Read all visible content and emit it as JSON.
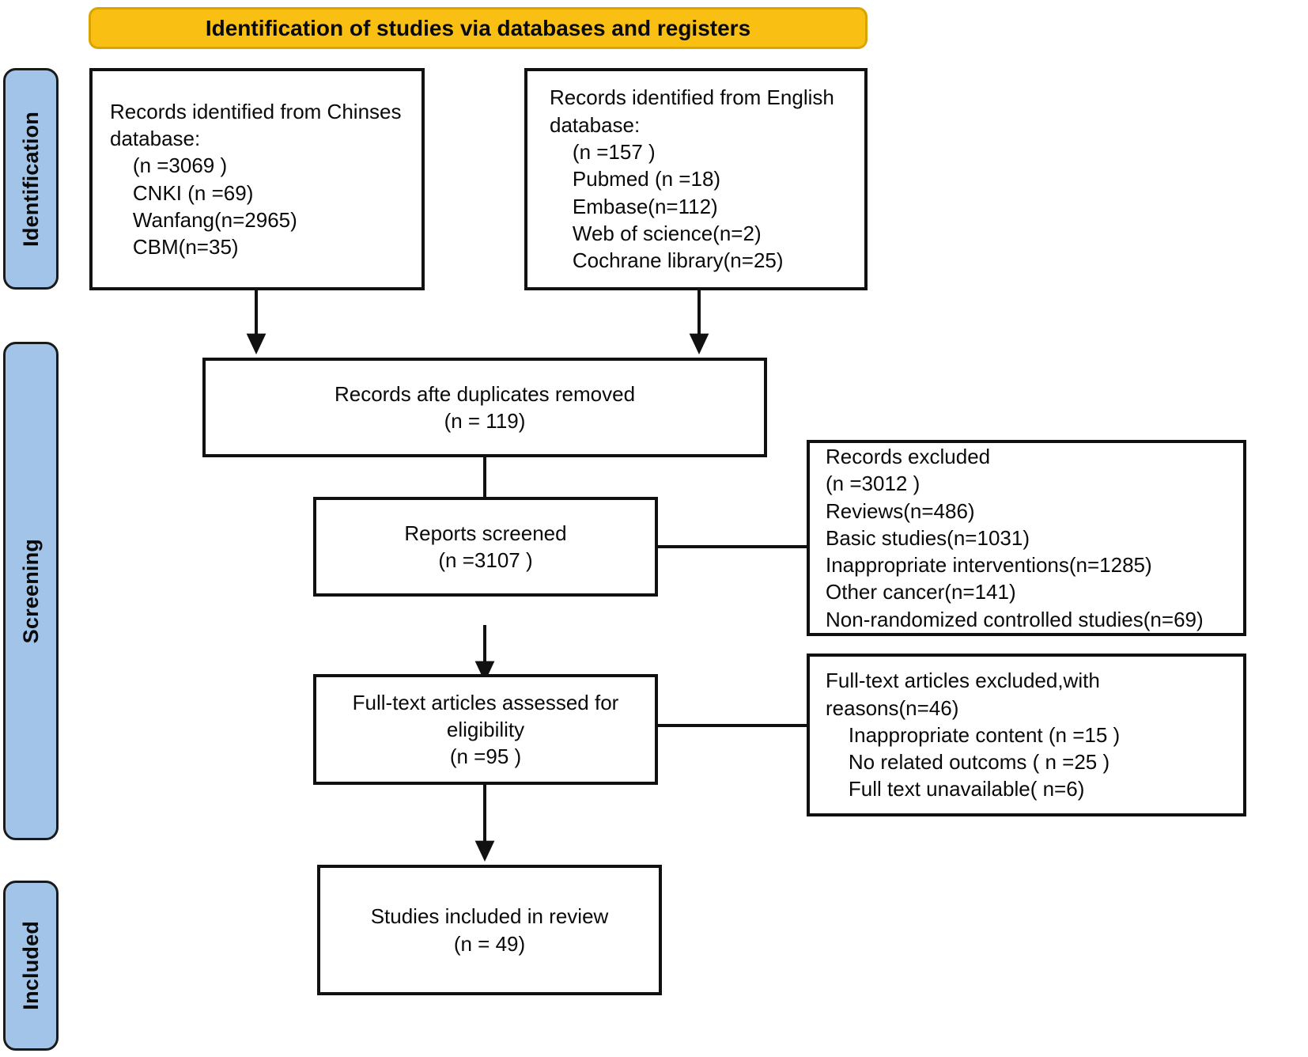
{
  "header": {
    "title": "Identification of studies via databases and registers"
  },
  "stages": [
    {
      "label": "Identification"
    },
    {
      "label": "Screening"
    },
    {
      "label": "Included"
    }
  ],
  "boxes": {
    "chinese_db": {
      "text": "Records identified from Chinses\ndatabase:\n    (n =3069 )\n    CNKI (n =69)\n    Wanfang(n=2965)\n    CBM(n=35)"
    },
    "english_db": {
      "text": "Records identified from English\ndatabase:\n    (n =157 )\n    Pubmed (n =18)\n    Embase(n=112)\n    Web of science(n=2)\n    Cochrane library(n=25)"
    },
    "duplicates_removed": {
      "text": "Records afte duplicates removed\n(n = 119)"
    },
    "reports_screened": {
      "text": "Reports screened\n(n =3107 )"
    },
    "records_excluded": {
      "text": "Records excluded\n(n =3012 )\nReviews(n=486)\nBasic studies(n=1031)\nInappropriate interventions(n=1285)\nOther cancer(n=141)\nNon-randomized controlled studies(n=69)"
    },
    "fulltext_assessed": {
      "text": "Full-text articles assessed for\neligibility\n(n =95 )"
    },
    "fulltext_excluded": {
      "text": "Full-text articles excluded,with\nreasons(n=46)\n    Inappropriate content (n =15 )\n    No related outcoms ( n =25 )\n    Full text unavailable( n=6)"
    },
    "studies_included": {
      "text": "Studies included in review\n(n = 49)"
    }
  },
  "colors": {
    "banner_fill": "#f9bf12",
    "stage_fill": "#a2c4e8",
    "box_border": "#111111",
    "text": "#0a0a0a"
  }
}
